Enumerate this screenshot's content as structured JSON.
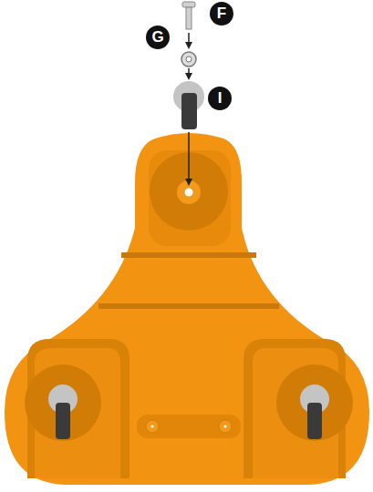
{
  "diagram": {
    "labels": [
      "F",
      "G",
      "I"
    ]
  }
}
